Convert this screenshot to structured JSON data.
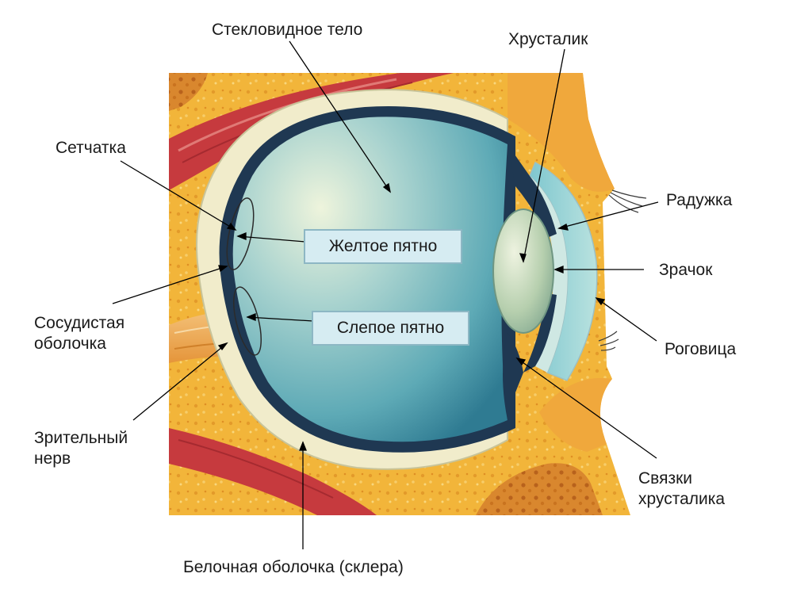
{
  "labels": {
    "vitreous": "Стекловидное тело",
    "lens": "Хрусталик",
    "retina": "Сетчатка",
    "iris": "Радужка",
    "pupil": "Зрачок",
    "choroid": "Сосудистая\nоболочка",
    "cornea": "Роговица",
    "optic_nerve": "Зрительный\nнерв",
    "zonules": "Связки\nхрусталика",
    "sclera": "Белочная оболочка (склера)"
  },
  "boxes": {
    "macula": "Желтое пятно",
    "blind_spot": "Слепое пятно"
  },
  "colors": {
    "fat": "#f2b53a",
    "muscle": "#c63a3e",
    "sclera": "#f1eccb",
    "vitreous": "#57a9b4",
    "choroid": "#1f3852",
    "label_box_fill": "#d6ecf2",
    "label_box_border": "#8db7c4"
  }
}
